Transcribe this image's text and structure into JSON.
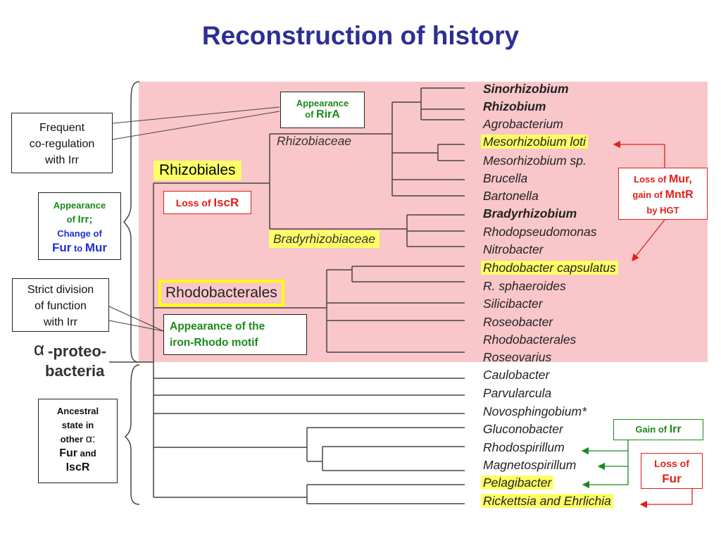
{
  "title": "Reconstruction of history",
  "groups": {
    "rhizobiales": "Rhizobiales",
    "rhizobiaceae": "Rhizobiaceae",
    "bradyrhizobiaceae": "Bradyrhizobiaceae",
    "rhodobacterales": "Rhodobacterales",
    "alpha_symbol": "α",
    "alpha_line1": "-proteo-",
    "alpha_line2": "bacteria"
  },
  "taxa": [
    "Sinorhizobium",
    "Rhizobium",
    "Agrobacterium",
    "Mesorhizobium loti",
    "Mesorhizobium sp.",
    "Brucella",
    "Bartonella",
    "Bradyrhizobium",
    "Rhodopseudomonas",
    "Nitrobacter",
    "Rhodobacter capsulatus",
    "R. sphaeroides",
    "Silicibacter",
    "Roseobacter",
    "Rhodobacterales",
    "Roseovarius",
    "Caulobacter",
    "Parvularcula",
    "Novosphingobium*",
    "Gluconobacter",
    "Rhodospirillum",
    "Magnetospirillum",
    "Pelagibacter",
    "Rickettsia and Ehrlichia"
  ],
  "annotations": {
    "rira_line1": "Appearance",
    "rira_of": "of ",
    "rira_gene": "RirA",
    "frequent": [
      "Frequent",
      "co-regulation",
      "with Irr"
    ],
    "iscr_loss": "Loss of ",
    "iscr_gene": "IscR",
    "irr_app_line1": "Appearance",
    "irr_app_of": "of ",
    "irr_app_gene": "Irr;",
    "irr_change": "Change of",
    "irr_fur": "Fur",
    "irr_to": " to ",
    "irr_mur": "Mur",
    "strict": [
      "Strict division",
      "of function",
      "with Irr"
    ],
    "motif": [
      "Appearance of the",
      "iron-Rhodo motif"
    ],
    "mur_loss": "Loss of ",
    "mur_gene": "Mur,",
    "mur_gain": "gain of ",
    "mntr_gene": "MntR",
    "hgt": "by HGT",
    "ancestral": [
      "Ancestral",
      "state in",
      "other "
    ],
    "ancestral_alpha": "α:",
    "anc_fur": "Fur",
    "anc_and": " and",
    "anc_iscr": "IscR",
    "gain_irr": "Gain of ",
    "gain_irr_gene": "Irr",
    "loss_fur": "Loss of",
    "loss_fur_gene": "Fur"
  },
  "colors": {
    "title": "#2d2f91",
    "pink": "#f9c6c9",
    "highlight": "#ffff66",
    "green": "#1a8a1a",
    "red": "#e0201a",
    "blue": "#1f2fd6"
  }
}
